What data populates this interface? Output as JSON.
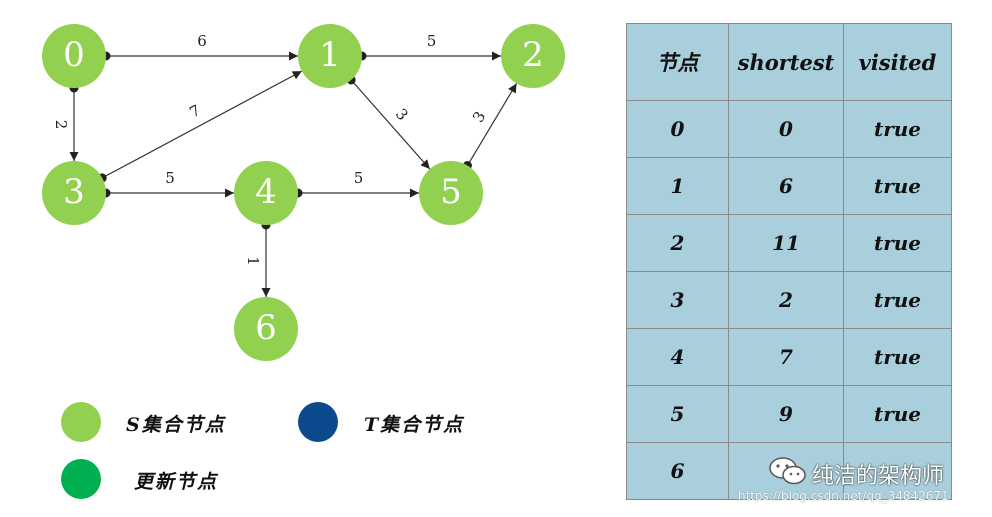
{
  "graph": {
    "nodes": [
      {
        "id": "0",
        "color": "#92d050"
      },
      {
        "id": "1",
        "color": "#92d050"
      },
      {
        "id": "2",
        "color": "#92d050"
      },
      {
        "id": "3",
        "color": "#92d050"
      },
      {
        "id": "4",
        "color": "#92d050"
      },
      {
        "id": "5",
        "color": "#92d050"
      },
      {
        "id": "6",
        "color": "#92d050"
      }
    ],
    "edges": [
      {
        "from": "0",
        "to": "1",
        "weight": "6"
      },
      {
        "from": "1",
        "to": "2",
        "weight": "5"
      },
      {
        "from": "0",
        "to": "3",
        "weight": "2"
      },
      {
        "from": "3",
        "to": "1",
        "weight": "7"
      },
      {
        "from": "1",
        "to": "5",
        "weight": "3"
      },
      {
        "from": "5",
        "to": "2",
        "weight": "3"
      },
      {
        "from": "3",
        "to": "4",
        "weight": "5"
      },
      {
        "from": "4",
        "to": "5",
        "weight": "5"
      },
      {
        "from": "4",
        "to": "6",
        "weight": "1"
      }
    ]
  },
  "legend": [
    {
      "label": "S集合节点",
      "color": "#92d050"
    },
    {
      "label": "T集合节点",
      "color": "#0c4a8e"
    },
    {
      "label": "更新节点",
      "color": "#00b050"
    }
  ],
  "table": {
    "headers": [
      "节点",
      "shortest",
      "visited"
    ],
    "rows": [
      [
        "0",
        "0",
        "true"
      ],
      [
        "1",
        "6",
        "true"
      ],
      [
        "2",
        "11",
        "true"
      ],
      [
        "3",
        "2",
        "true"
      ],
      [
        "4",
        "7",
        "true"
      ],
      [
        "5",
        "9",
        "true"
      ],
      [
        "6",
        "",
        ""
      ]
    ]
  },
  "watermark": {
    "brand": "纯洁的架构师",
    "url": "https://blog.csdn.net/qq_34842671",
    "icon": "wechat-icon"
  }
}
